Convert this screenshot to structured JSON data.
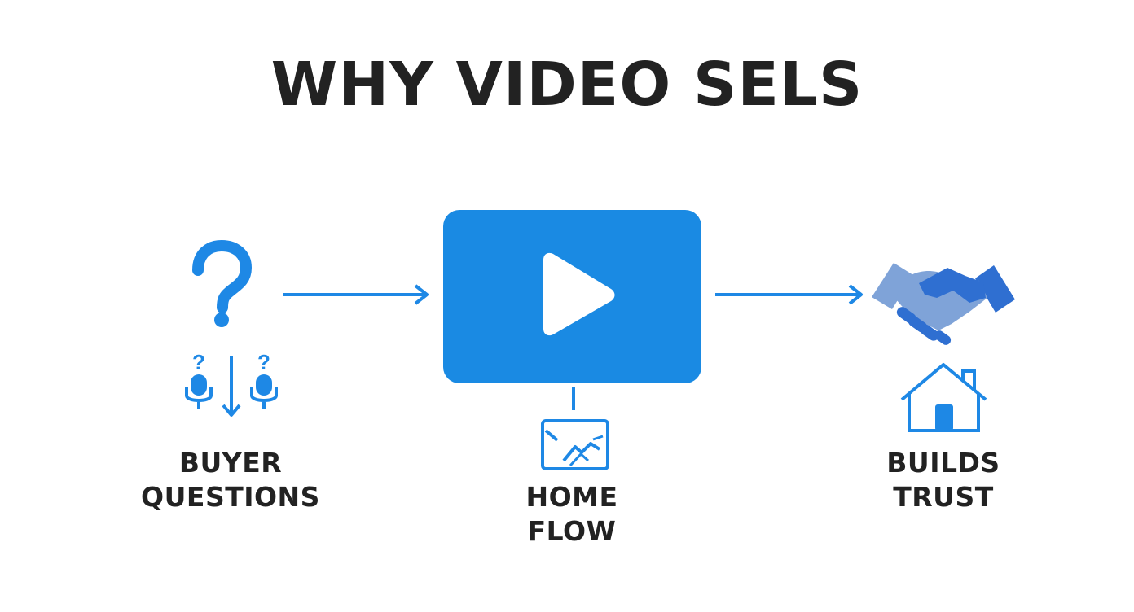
{
  "title": "WHY VIDEO SELS",
  "colors": {
    "primary": "#1e88e5",
    "video_fill": "#1a8ae3",
    "text": "#222222",
    "handshake_light": "#7fa3d8",
    "handshake_dark": "#2f6fd1"
  },
  "nodes": {
    "buyer_questions": {
      "line1": "BUYER",
      "line2": "QUESTIONS",
      "icon": "question-people-icon"
    },
    "video": {
      "icon": "play-icon"
    },
    "home_flow": {
      "line1": "HOME",
      "line2": "FLOW",
      "icon": "home-photo-icon"
    },
    "builds_trust": {
      "line1": "BUILDS",
      "line2": "TRUST",
      "icons": [
        "handshake-icon",
        "house-icon"
      ]
    }
  }
}
